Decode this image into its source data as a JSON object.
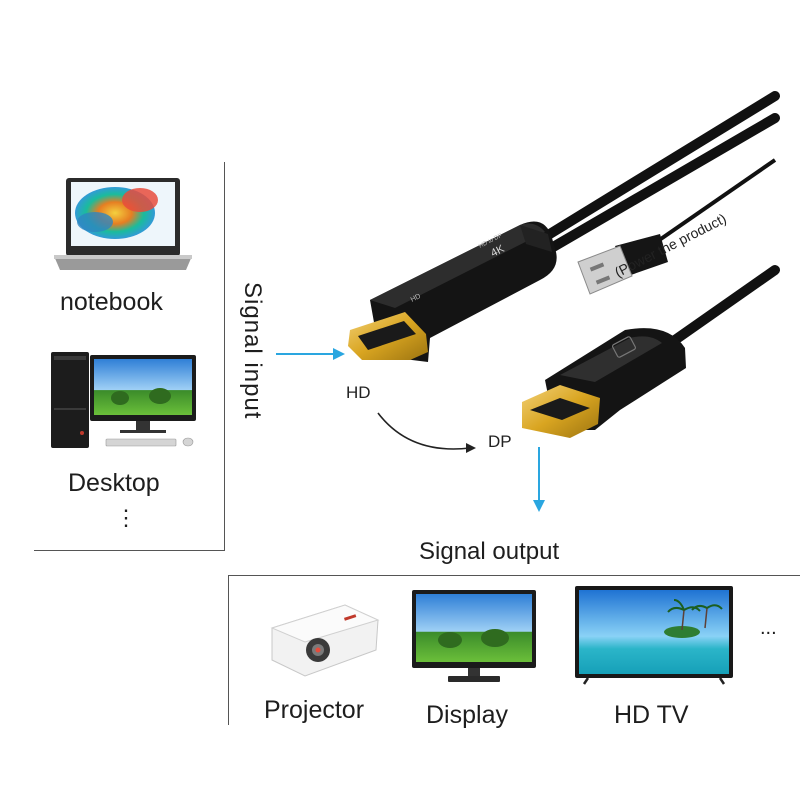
{
  "sources": {
    "notebook_label": "notebook",
    "desktop_label": "Desktop",
    "more_label": "⋮"
  },
  "signal_input_label": "Signal input",
  "connector": {
    "hd_label": "HD",
    "dp_label": "DP",
    "usb_note": "(Power the product)",
    "plug_text_4k": "4K",
    "plug_text_hd_to_dp": "HD to DP",
    "plug_text_hd": "HD"
  },
  "signal_output_label": "Signal output",
  "outputs": {
    "projector_label": "Projector",
    "display_label": "Display",
    "tv_label": "HD TV",
    "more_label": "..."
  },
  "colors": {
    "arrow_blue": "#2aa6e0",
    "cable_black": "#111111",
    "connector_gold": "#d9a521"
  }
}
